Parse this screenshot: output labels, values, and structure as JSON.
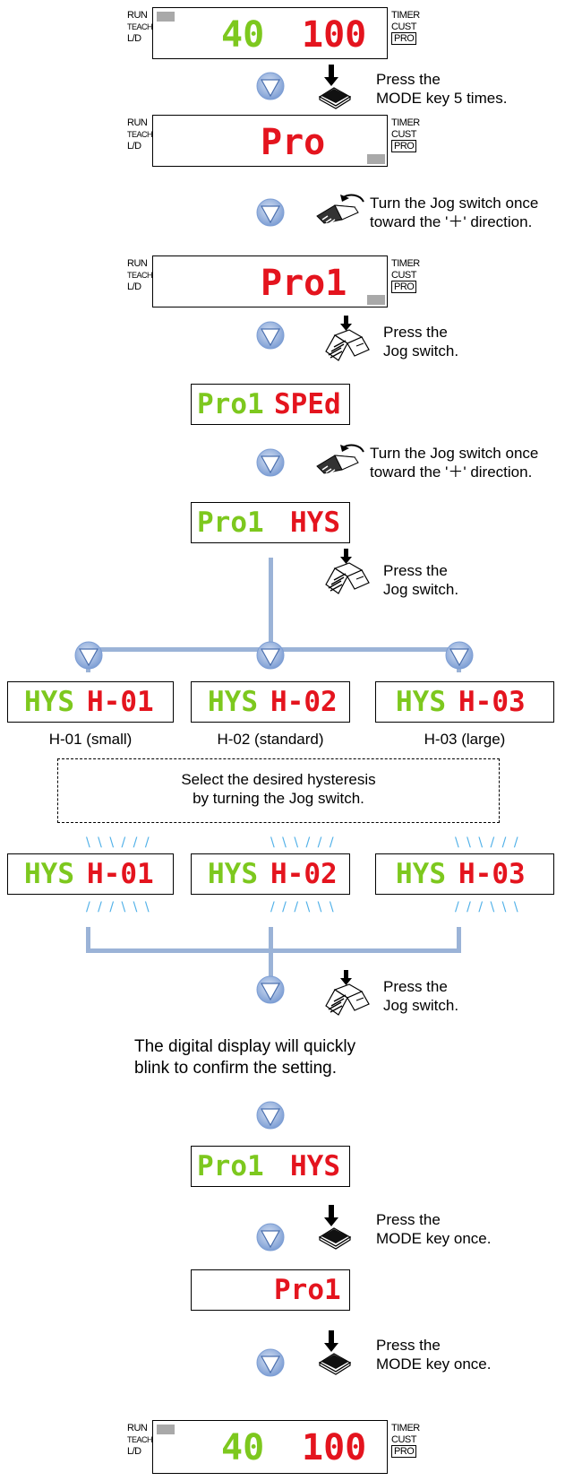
{
  "indicators": {
    "run": "RUN",
    "teach": "TEACH",
    "ld": "L/D",
    "timer": "TIMER",
    "cust": "CUST",
    "pro": "PRO"
  },
  "displays": {
    "d1": {
      "left": "40",
      "right": "100"
    },
    "d2": {
      "right": "Pro"
    },
    "d3": {
      "right": "Pro1"
    },
    "d4": {
      "left": "Pro1",
      "right": "SPEd"
    },
    "d5": {
      "left": "Pro1",
      "right": "HYS"
    },
    "h1": {
      "left": "HYS",
      "right": "H-01"
    },
    "h2": {
      "left": "HYS",
      "right": "H-02"
    },
    "h3": {
      "left": "HYS",
      "right": "H-03"
    },
    "d6": {
      "left": "Pro1",
      "right": "HYS"
    },
    "d7": {
      "right": "Pro1"
    },
    "d8": {
      "left": "40",
      "right": "100"
    }
  },
  "steps": {
    "s1": [
      "Press the",
      "MODE key 5 times."
    ],
    "s2": [
      "Turn the Jog switch once",
      "toward the '＋' direction."
    ],
    "s3": [
      "Press the",
      "Jog switch."
    ],
    "s4": [
      "Turn the Jog switch once",
      "toward the '＋' direction."
    ],
    "s5": [
      "Press the",
      "Jog switch."
    ],
    "s6": [
      "Press the",
      "Jog switch."
    ],
    "s7": [
      "Press the",
      "MODE key once."
    ],
    "s8": [
      "Press the",
      "MODE key once."
    ]
  },
  "options": [
    "H-01 (small)",
    "H-02 (standard)",
    "H-03 (large)"
  ],
  "note": [
    "Select the desired hysteresis",
    "by turning the Jog switch."
  ],
  "confirm": [
    "The digital display will quickly",
    "blink to confirm the setting."
  ],
  "colors": {
    "green": "#7dc81e",
    "red": "#e4141e",
    "arrow": "#7d9ed4",
    "line": "#9bb3d7",
    "blink": "#4fb0e8"
  },
  "icons": [
    "down-triangle-icon",
    "mode-key-icon",
    "jog-switch-turn-icon",
    "jog-switch-press-icon",
    "blink-rays-icon"
  ]
}
